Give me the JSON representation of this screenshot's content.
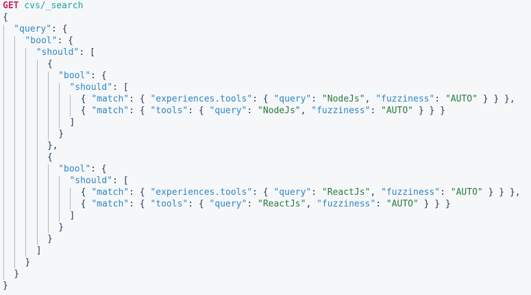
{
  "console": {
    "name": "dev-tools-console",
    "background_color": "#f5f7f9",
    "indent_guide_color": "#7b97ad",
    "colors": {
      "method": "#c7255e",
      "url": "#1ba2a2",
      "key": "#2f86c4",
      "string": "#2a7a3c",
      "punctuation": "#253858"
    }
  },
  "request": {
    "method": "GET",
    "url": "cvs/_search"
  },
  "body_lines": [
    {
      "indent": 0,
      "tokens": [
        {
          "t": "punc",
          "v": "{"
        }
      ]
    },
    {
      "indent": 1,
      "tokens": [
        {
          "t": "key",
          "v": "\"query\""
        },
        {
          "t": "punc",
          "v": ": {"
        }
      ]
    },
    {
      "indent": 2,
      "tokens": [
        {
          "t": "key",
          "v": "\"bool\""
        },
        {
          "t": "punc",
          "v": ": {"
        }
      ]
    },
    {
      "indent": 3,
      "tokens": [
        {
          "t": "key",
          "v": "\"should\""
        },
        {
          "t": "punc",
          "v": ": ["
        }
      ]
    },
    {
      "indent": 4,
      "tokens": [
        {
          "t": "punc",
          "v": "{"
        }
      ]
    },
    {
      "indent": 5,
      "tokens": [
        {
          "t": "key",
          "v": "\"bool\""
        },
        {
          "t": "punc",
          "v": ": {"
        }
      ]
    },
    {
      "indent": 6,
      "tokens": [
        {
          "t": "key",
          "v": "\"should\""
        },
        {
          "t": "punc",
          "v": ": ["
        }
      ]
    },
    {
      "indent": 7,
      "tokens": [
        {
          "t": "punc",
          "v": "{ "
        },
        {
          "t": "key",
          "v": "\"match\""
        },
        {
          "t": "punc",
          "v": ": { "
        },
        {
          "t": "key",
          "v": "\"experiences.tools\""
        },
        {
          "t": "punc",
          "v": ": { "
        },
        {
          "t": "key",
          "v": "\"query\""
        },
        {
          "t": "punc",
          "v": ": "
        },
        {
          "t": "str",
          "v": "\"NodeJs\""
        },
        {
          "t": "punc",
          "v": ", "
        },
        {
          "t": "key",
          "v": "\"fuzziness\""
        },
        {
          "t": "punc",
          "v": ": "
        },
        {
          "t": "str",
          "v": "\"AUTO\""
        },
        {
          "t": "punc",
          "v": " } } },"
        }
      ]
    },
    {
      "indent": 7,
      "tokens": [
        {
          "t": "punc",
          "v": "{ "
        },
        {
          "t": "key",
          "v": "\"match\""
        },
        {
          "t": "punc",
          "v": ": { "
        },
        {
          "t": "key",
          "v": "\"tools\""
        },
        {
          "t": "punc",
          "v": ": { "
        },
        {
          "t": "key",
          "v": "\"query\""
        },
        {
          "t": "punc",
          "v": ": "
        },
        {
          "t": "str",
          "v": "\"NodeJs\""
        },
        {
          "t": "punc",
          "v": ", "
        },
        {
          "t": "key",
          "v": "\"fuzziness\""
        },
        {
          "t": "punc",
          "v": ": "
        },
        {
          "t": "str",
          "v": "\"AUTO\""
        },
        {
          "t": "punc",
          "v": " } } }"
        }
      ]
    },
    {
      "indent": 6,
      "tokens": [
        {
          "t": "punc",
          "v": "]"
        }
      ]
    },
    {
      "indent": 5,
      "tokens": [
        {
          "t": "punc",
          "v": "}"
        }
      ]
    },
    {
      "indent": 4,
      "tokens": [
        {
          "t": "punc",
          "v": "},"
        }
      ]
    },
    {
      "indent": 4,
      "tokens": [
        {
          "t": "punc",
          "v": "{"
        }
      ]
    },
    {
      "indent": 5,
      "tokens": [
        {
          "t": "key",
          "v": "\"bool\""
        },
        {
          "t": "punc",
          "v": ": {"
        }
      ]
    },
    {
      "indent": 6,
      "tokens": [
        {
          "t": "key",
          "v": "\"should\""
        },
        {
          "t": "punc",
          "v": ": ["
        }
      ]
    },
    {
      "indent": 7,
      "tokens": [
        {
          "t": "punc",
          "v": "{ "
        },
        {
          "t": "key",
          "v": "\"match\""
        },
        {
          "t": "punc",
          "v": ": { "
        },
        {
          "t": "key",
          "v": "\"experiences.tools\""
        },
        {
          "t": "punc",
          "v": ": { "
        },
        {
          "t": "key",
          "v": "\"query\""
        },
        {
          "t": "punc",
          "v": ": "
        },
        {
          "t": "str",
          "v": "\"ReactJs\""
        },
        {
          "t": "punc",
          "v": ", "
        },
        {
          "t": "key",
          "v": "\"fuzziness\""
        },
        {
          "t": "punc",
          "v": ": "
        },
        {
          "t": "str",
          "v": "\"AUTO\""
        },
        {
          "t": "punc",
          "v": " } } },"
        }
      ]
    },
    {
      "indent": 7,
      "tokens": [
        {
          "t": "punc",
          "v": "{ "
        },
        {
          "t": "key",
          "v": "\"match\""
        },
        {
          "t": "punc",
          "v": ": { "
        },
        {
          "t": "key",
          "v": "\"tools\""
        },
        {
          "t": "punc",
          "v": ": { "
        },
        {
          "t": "key",
          "v": "\"query\""
        },
        {
          "t": "punc",
          "v": ": "
        },
        {
          "t": "str",
          "v": "\"ReactJs\""
        },
        {
          "t": "punc",
          "v": ", "
        },
        {
          "t": "key",
          "v": "\"fuzziness\""
        },
        {
          "t": "punc",
          "v": ": "
        },
        {
          "t": "str",
          "v": "\"AUTO\""
        },
        {
          "t": "punc",
          "v": " } } }"
        }
      ]
    },
    {
      "indent": 6,
      "tokens": [
        {
          "t": "punc",
          "v": "]"
        }
      ]
    },
    {
      "indent": 5,
      "tokens": [
        {
          "t": "punc",
          "v": "}"
        }
      ]
    },
    {
      "indent": 4,
      "tokens": [
        {
          "t": "punc",
          "v": "}"
        }
      ]
    },
    {
      "indent": 3,
      "tokens": [
        {
          "t": "punc",
          "v": "]"
        }
      ]
    },
    {
      "indent": 2,
      "tokens": [
        {
          "t": "punc",
          "v": "}"
        }
      ]
    },
    {
      "indent": 1,
      "tokens": [
        {
          "t": "punc",
          "v": "}"
        }
      ]
    },
    {
      "indent": 0,
      "tokens": [
        {
          "t": "punc",
          "v": "}"
        }
      ]
    }
  ]
}
